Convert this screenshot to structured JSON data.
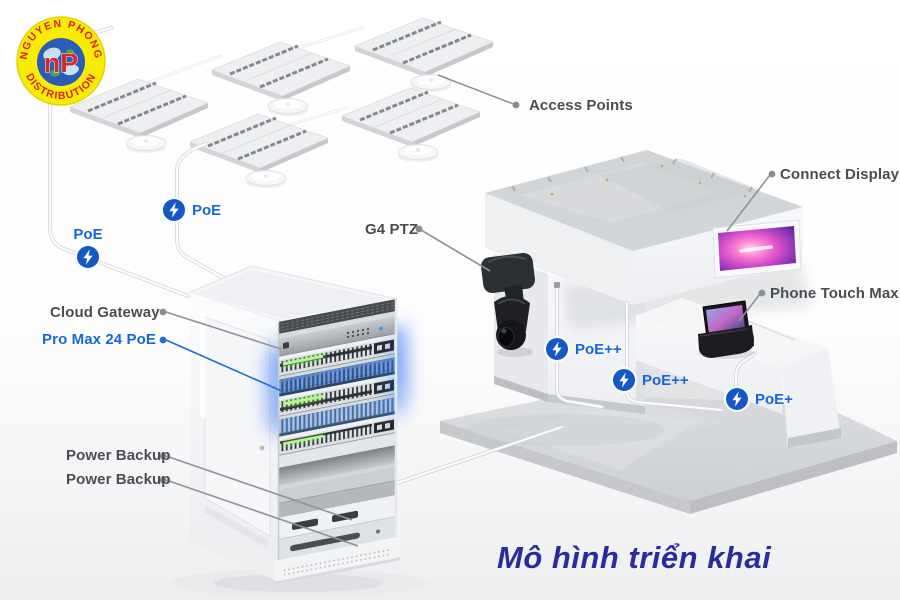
{
  "logo": {
    "arc_top": "NGUYEN PHONG",
    "arc_bottom": "DISTRIBUTION",
    "monogram": "nP"
  },
  "labels": {
    "access_points": "Access Points",
    "poe_ceiling_right": "PoE",
    "poe_ceiling_left": "PoE",
    "cloud_gateway": "Cloud Gateway",
    "pro_max_24_poe": "Pro Max 24 PoE",
    "power_backup_top": "Power Backup",
    "power_backup_bottom": "Power Backup",
    "g4_ptz": "G4 PTZ",
    "connect_display": "Connect Display",
    "phone_touch_max": "Phone Touch Max",
    "poe_plus_plus_wall": "PoE++",
    "poe_plus_plus_floor": "PoE++",
    "poe_plus_desk": "PoE+"
  },
  "title": "Mô hình triển khai",
  "icons": {
    "poe_badge": "lightning-bolt-circle"
  },
  "colors": {
    "accent_blue": "#1866db",
    "badge_blue": "#1458c7",
    "label_gray": "#4a4d52",
    "title_navy": "#2a2c9c",
    "glow_blue": "#3d7ff2"
  }
}
